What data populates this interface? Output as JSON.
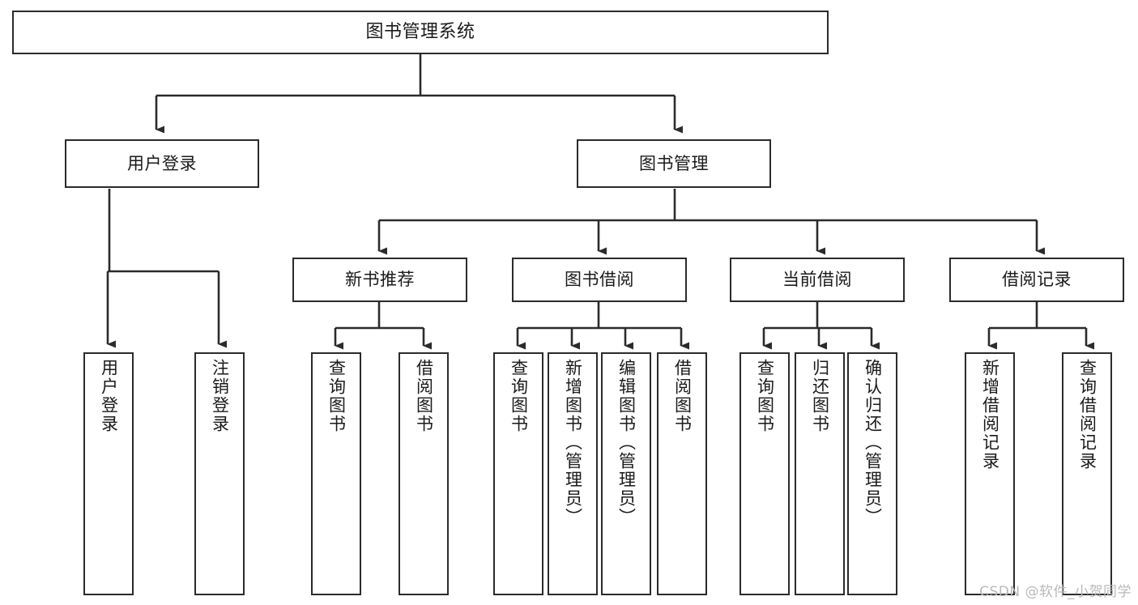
{
  "diagram": {
    "title": "图书管理系统",
    "type": "tree-hierarchy",
    "watermark": "CSDN @软件_小贺同学",
    "colors": {
      "background": "#ffffff",
      "box_border": "#2b2b2b",
      "box_fill": "#ffffff",
      "text": "#1a1a1a",
      "connector": "#2b2b2b",
      "watermark": "#b9b9b9"
    },
    "levels": {
      "root": "图书管理系统",
      "level2": [
        "用户登录",
        "图书管理"
      ],
      "level3": [
        "新书推荐",
        "图书借阅",
        "当前借阅",
        "借阅记录"
      ]
    },
    "nodes": {
      "root": {
        "label": "图书管理系统",
        "orientation": "horizontal"
      },
      "n_user_login": {
        "label": "用户登录",
        "orientation": "horizontal"
      },
      "n_book_mgmt": {
        "label": "图书管理",
        "orientation": "horizontal"
      },
      "n_new_book_rec": {
        "label": "新书推荐",
        "orientation": "horizontal"
      },
      "n_book_borrow": {
        "label": "图书借阅",
        "orientation": "horizontal"
      },
      "n_current_borrow": {
        "label": "当前借阅",
        "orientation": "horizontal"
      },
      "n_borrow_record": {
        "label": "借阅记录",
        "orientation": "horizontal"
      },
      "l_user_login": {
        "label": "用户登录",
        "orientation": "vertical"
      },
      "l_logout": {
        "label": "注销登录",
        "orientation": "vertical"
      },
      "l_query_book_1": {
        "label": "查询图书",
        "orientation": "vertical"
      },
      "l_borrow_book_1": {
        "label": "借阅图书",
        "orientation": "vertical"
      },
      "l_query_book_2": {
        "label": "查询图书",
        "orientation": "vertical"
      },
      "l_add_book": {
        "label": "新增图书（管理员）",
        "orientation": "vertical"
      },
      "l_edit_book": {
        "label": "编辑图书（管理员）",
        "orientation": "vertical"
      },
      "l_borrow_book_2": {
        "label": "借阅图书",
        "orientation": "vertical"
      },
      "l_query_book_3": {
        "label": "查询图书",
        "orientation": "vertical"
      },
      "l_return_book": {
        "label": "归还图书",
        "orientation": "vertical"
      },
      "l_confirm_return": {
        "label": "确认归还（管理员）",
        "orientation": "vertical"
      },
      "l_add_record": {
        "label": "新增借阅记录",
        "orientation": "vertical"
      },
      "l_query_record": {
        "label": "查询借阅记录",
        "orientation": "vertical"
      }
    },
    "edges": [
      {
        "from": "图书管理系统",
        "to": "用户登录"
      },
      {
        "from": "图书管理系统",
        "to": "图书管理"
      },
      {
        "from": "用户登录",
        "to": "用户登录"
      },
      {
        "from": "用户登录",
        "to": "注销登录"
      },
      {
        "from": "图书管理",
        "to": "新书推荐"
      },
      {
        "from": "图书管理",
        "to": "图书借阅"
      },
      {
        "from": "图书管理",
        "to": "当前借阅"
      },
      {
        "from": "图书管理",
        "to": "借阅记录"
      },
      {
        "from": "新书推荐",
        "to": "查询图书"
      },
      {
        "from": "新书推荐",
        "to": "借阅图书"
      },
      {
        "from": "图书借阅",
        "to": "查询图书"
      },
      {
        "from": "图书借阅",
        "to": "新增图书（管理员）"
      },
      {
        "from": "图书借阅",
        "to": "编辑图书（管理员）"
      },
      {
        "from": "图书借阅",
        "to": "借阅图书"
      },
      {
        "from": "当前借阅",
        "to": "查询图书"
      },
      {
        "from": "当前借阅",
        "to": "归还图书"
      },
      {
        "from": "当前借阅",
        "to": "确认归还（管理员）"
      },
      {
        "from": "借阅记录",
        "to": "新增借阅记录"
      },
      {
        "from": "借阅记录",
        "to": "查询借阅记录"
      }
    ]
  }
}
